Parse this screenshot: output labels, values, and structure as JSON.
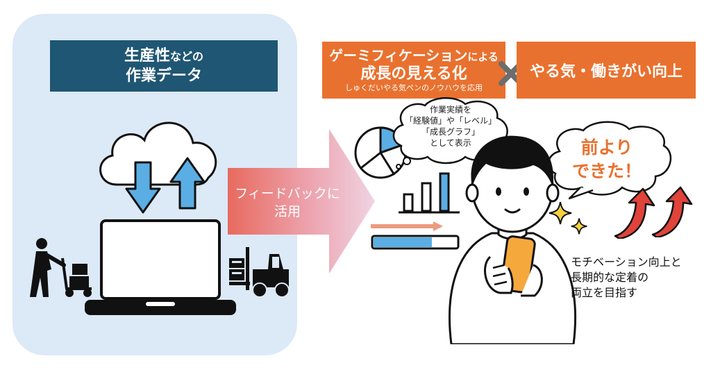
{
  "data_box": {
    "line1_main": "生産性",
    "line1_small": "などの",
    "line2": "作業データ"
  },
  "gamification_box": {
    "line1_main": "ゲーミフィケーション",
    "line1_small": "による",
    "line2": "成長の見える化",
    "line3": "しゅくだいやる気ペンのノウハウを応用"
  },
  "motivation_box": {
    "label": "やる気・働きがい向上"
  },
  "feedback_arrow": {
    "line1": "フィードバックに",
    "line2": "活用"
  },
  "speech_bubble_left": {
    "line1": "作業実績を",
    "line2": "「経験値」や「レベル」",
    "line3": "「成長グラフ」",
    "line4": "として表示"
  },
  "speech_bubble_right": {
    "line1": "前より",
    "line2": "できた！"
  },
  "caption": {
    "line1": "モチベーション向上と",
    "line2": "長期的な定着の",
    "line3": "両立を目指す"
  },
  "colors": {
    "panel_bg": "#dce9f6",
    "data_label_bg": "#1f5673",
    "accent_orange": "#e9712f",
    "upload_blue": "#5aaee4",
    "growth_red": "#e0433a",
    "sparkle_yellow": "#f5d23c"
  },
  "icons": [
    "cloud-icon",
    "download-arrow-icon",
    "upload-arrow-icon",
    "laptop-icon",
    "hand-truck-worker-icon",
    "forklift-icon",
    "pie-chart-icon",
    "bar-chart-icon",
    "progress-bar-icon",
    "person-with-smartphone-icon",
    "sparkle-icon",
    "growth-arrow-icon",
    "multiply-icon"
  ]
}
